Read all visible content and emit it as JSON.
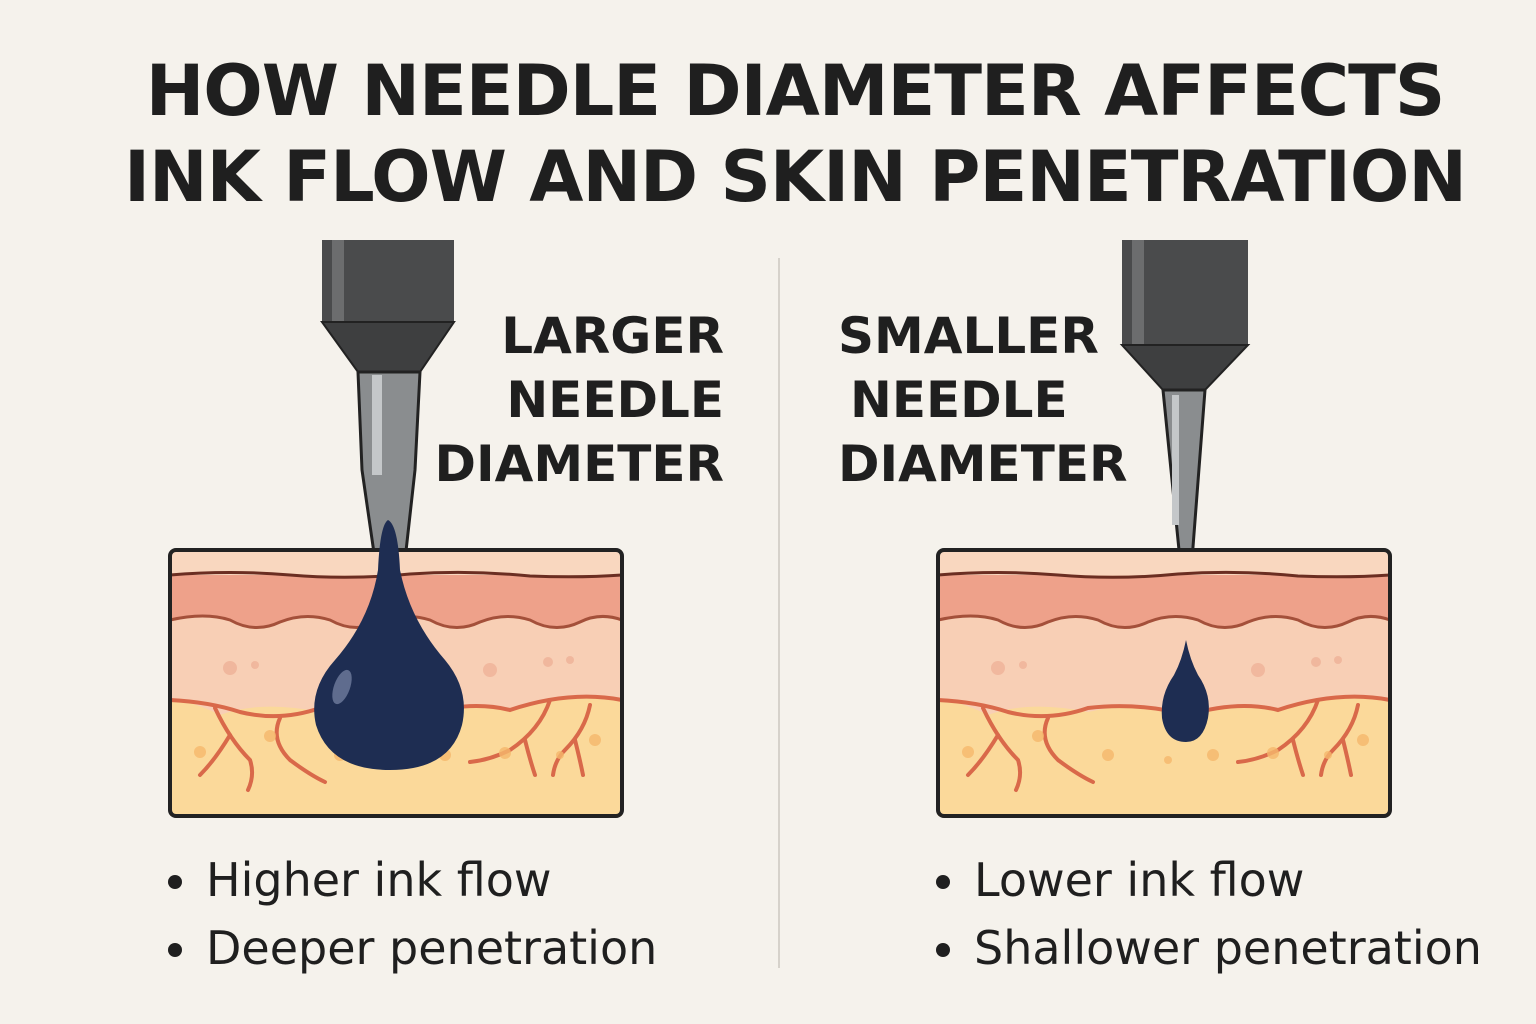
{
  "title": {
    "line1": "HOW NEEDLE DIAMETER AFFECTS",
    "line2": "INK FLOW AND SKIN PENETRATION"
  },
  "left": {
    "label": [
      "LARGER",
      "NEEDLE",
      "DIAMETER"
    ],
    "bullets": [
      "Higher ink flow",
      "Deeper penetration"
    ]
  },
  "right": {
    "label": [
      "SMALLER",
      "NEEDLE",
      "DIAMETER"
    ],
    "bullets": [
      "Lower ink flow",
      "Shallower penetration"
    ]
  },
  "colors": {
    "background": "#f5f2ec",
    "ink": "#1e2d52",
    "needle_housing": "#4a4b4c",
    "needle_shaft": "#8a8d8f",
    "epidermis": "#eea18a",
    "dermis": "#f8cfb5",
    "fat": "#fbd99a",
    "vessel": "#d9694a"
  }
}
